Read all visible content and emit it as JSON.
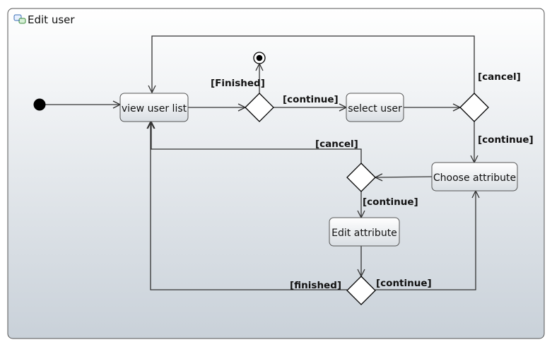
{
  "diagram": {
    "title": "Edit user",
    "actions": {
      "view_user_list": "view user list",
      "select_user": "select user",
      "choose_attribute": "Choose attribute",
      "edit_attribute": "Edit attribute"
    },
    "guards": {
      "finished_top": "[Finished]",
      "continue_top": "[continue]",
      "cancel_right": "[cancel]",
      "continue_right": "[continue]",
      "cancel_mid": "[cancel]",
      "continue_mid": "[continue]",
      "finished_bottom": "[finished]",
      "continue_bottom": "[continue]"
    }
  }
}
